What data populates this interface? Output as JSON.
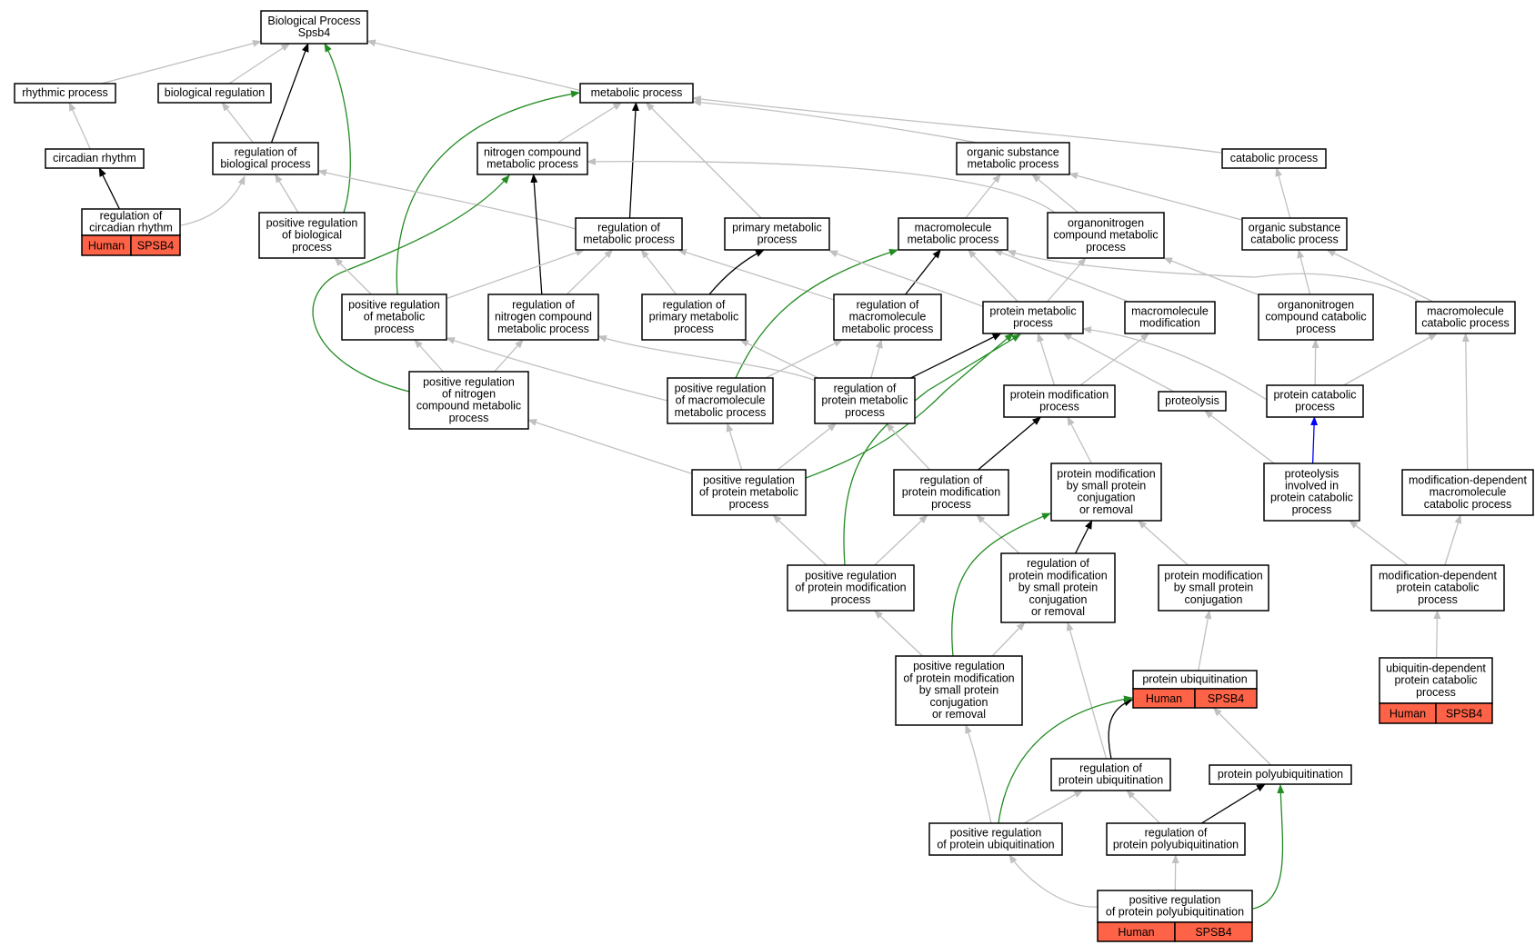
{
  "colors": {
    "is_a": "#c0c0c0",
    "regulates": "#000000",
    "positively_regulates": "#228b22",
    "part_of": "#0000ff",
    "annotation_cell": "#ff6347"
  },
  "nodes": [
    {
      "id": "bp",
      "lines": [
        "Biological Process",
        "Spsb4"
      ]
    },
    {
      "id": "rhythmic",
      "lines": [
        "rhythmic process"
      ]
    },
    {
      "id": "bioreg",
      "lines": [
        "biological regulation"
      ]
    },
    {
      "id": "metabolic",
      "lines": [
        "metabolic process"
      ]
    },
    {
      "id": "circadian",
      "lines": [
        "circadian rhythm"
      ]
    },
    {
      "id": "regbio",
      "lines": [
        "regulation of",
        "biological process"
      ]
    },
    {
      "id": "nitrogen",
      "lines": [
        "nitrogen compound",
        "metabolic process"
      ]
    },
    {
      "id": "orgsub",
      "lines": [
        "organic substance",
        "metabolic process"
      ]
    },
    {
      "id": "catabolic",
      "lines": [
        "catabolic process"
      ]
    },
    {
      "id": "regcirc",
      "lines": [
        "regulation of",
        "circadian rhythm"
      ],
      "cells": [
        "Human",
        "SPSB4"
      ]
    },
    {
      "id": "posregbio",
      "lines": [
        "positive regulation",
        "of biological",
        "process"
      ]
    },
    {
      "id": "regmet",
      "lines": [
        "regulation of",
        "metabolic process"
      ]
    },
    {
      "id": "primary",
      "lines": [
        "primary metabolic",
        "process"
      ]
    },
    {
      "id": "macromet",
      "lines": [
        "macromolecule",
        "metabolic process"
      ]
    },
    {
      "id": "organonitro",
      "lines": [
        "organonitrogen",
        "compound metabolic",
        "process"
      ]
    },
    {
      "id": "orgsubcat",
      "lines": [
        "organic substance",
        "catabolic process"
      ]
    },
    {
      "id": "posregmet",
      "lines": [
        "positive regulation",
        "of metabolic",
        "process"
      ]
    },
    {
      "id": "regnitro",
      "lines": [
        "regulation of",
        "nitrogen compound",
        "metabolic process"
      ]
    },
    {
      "id": "regprim",
      "lines": [
        "regulation of",
        "primary metabolic",
        "process"
      ]
    },
    {
      "id": "regmacro",
      "lines": [
        "regulation of",
        "macromolecule",
        "metabolic process"
      ]
    },
    {
      "id": "protmet",
      "lines": [
        "protein metabolic",
        "process"
      ]
    },
    {
      "id": "macromod",
      "lines": [
        "macromolecule",
        "modification"
      ]
    },
    {
      "id": "organonitrocat",
      "lines": [
        "organonitrogen",
        "compound catabolic",
        "process"
      ]
    },
    {
      "id": "macrocat",
      "lines": [
        "macromolecule",
        "catabolic process"
      ]
    },
    {
      "id": "posregnitro",
      "lines": [
        "positive regulation",
        "of nitrogen",
        "compound metabolic",
        "process"
      ]
    },
    {
      "id": "posregmacro",
      "lines": [
        "positive regulation",
        "of macromolecule",
        "metabolic process"
      ]
    },
    {
      "id": "regprot",
      "lines": [
        "regulation of",
        "protein metabolic",
        "process"
      ]
    },
    {
      "id": "protmod",
      "lines": [
        "protein modification",
        "process"
      ]
    },
    {
      "id": "proteolysis",
      "lines": [
        "proteolysis"
      ]
    },
    {
      "id": "protcat",
      "lines": [
        "protein catabolic",
        "process"
      ]
    },
    {
      "id": "posregprot",
      "lines": [
        "positive regulation",
        "of protein metabolic",
        "process"
      ]
    },
    {
      "id": "regprotmod",
      "lines": [
        "regulation of",
        "protein modification",
        "process"
      ]
    },
    {
      "id": "protmodsmall",
      "lines": [
        "protein modification",
        "by small protein",
        "conjugation",
        "or removal"
      ]
    },
    {
      "id": "proteolysiscat",
      "lines": [
        "proteolysis",
        "involved in",
        "protein catabolic",
        "process"
      ]
    },
    {
      "id": "moddepmacro",
      "lines": [
        "modification-dependent",
        "macromolecule",
        "catabolic process"
      ]
    },
    {
      "id": "posregprotmod",
      "lines": [
        "positive regulation",
        "of protein modification",
        "process"
      ]
    },
    {
      "id": "regprotmodsmall",
      "lines": [
        "regulation of",
        "protein modification",
        "by small protein",
        "conjugation",
        "or removal"
      ]
    },
    {
      "id": "protmodsmallconj",
      "lines": [
        "protein modification",
        "by small protein",
        "conjugation"
      ]
    },
    {
      "id": "moddepprot",
      "lines": [
        "modification-dependent",
        "protein catabolic",
        "process"
      ]
    },
    {
      "id": "posregprotmodsmall",
      "lines": [
        "positive regulation",
        "of protein modification",
        "by small protein",
        "conjugation",
        "or removal"
      ]
    },
    {
      "id": "protubiq",
      "lines": [
        "protein ubiquitination"
      ],
      "cells": [
        "Human",
        "SPSB4"
      ]
    },
    {
      "id": "ubiqdep",
      "lines": [
        "ubiquitin-dependent",
        "protein catabolic",
        "process"
      ],
      "cells": [
        "Human",
        "SPSB4"
      ]
    },
    {
      "id": "regprotubiq",
      "lines": [
        "regulation of",
        "protein ubiquitination"
      ]
    },
    {
      "id": "protpolyubiq",
      "lines": [
        "protein polyubiquitination"
      ]
    },
    {
      "id": "posregprotubiq",
      "lines": [
        "positive regulation",
        "of protein ubiquitination"
      ]
    },
    {
      "id": "regprotpoly",
      "lines": [
        "regulation of",
        "protein polyubiquitination"
      ]
    },
    {
      "id": "posregprotpoly",
      "lines": [
        "positive regulation",
        "of protein polyubiquitination"
      ],
      "cells": [
        "Human",
        "SPSB4"
      ]
    }
  ],
  "edges": [
    {
      "from": "rhythmic",
      "to": "bp",
      "type": "is_a"
    },
    {
      "from": "bioreg",
      "to": "bp",
      "type": "is_a"
    },
    {
      "from": "metabolic",
      "to": "bp",
      "type": "is_a"
    },
    {
      "from": "regbio",
      "to": "bp",
      "type": "regulates"
    },
    {
      "from": "posregbio",
      "to": "bp",
      "type": "positively_regulates"
    },
    {
      "from": "circadian",
      "to": "rhythmic",
      "type": "is_a"
    },
    {
      "from": "regcirc",
      "to": "circadian",
      "type": "regulates"
    },
    {
      "from": "regcirc",
      "to": "regbio",
      "type": "is_a"
    },
    {
      "from": "regbio",
      "to": "bioreg",
      "type": "is_a"
    },
    {
      "from": "posregbio",
      "to": "regbio",
      "type": "is_a"
    },
    {
      "from": "nitrogen",
      "to": "metabolic",
      "type": "is_a"
    },
    {
      "from": "regmet",
      "to": "metabolic",
      "type": "regulates"
    },
    {
      "from": "primary",
      "to": "metabolic",
      "type": "is_a"
    },
    {
      "from": "orgsub",
      "to": "metabolic",
      "type": "is_a"
    },
    {
      "from": "catabolic",
      "to": "metabolic",
      "type": "is_a"
    },
    {
      "from": "posregmet",
      "to": "metabolic",
      "type": "positively_regulates"
    },
    {
      "from": "regmet",
      "to": "regbio",
      "type": "is_a"
    },
    {
      "from": "organonitro",
      "to": "nitrogen",
      "type": "is_a"
    },
    {
      "from": "regnitro",
      "to": "nitrogen",
      "type": "regulates"
    },
    {
      "from": "posregnitro",
      "to": "nitrogen",
      "type": "positively_regulates"
    },
    {
      "from": "macromet",
      "to": "orgsub",
      "type": "is_a"
    },
    {
      "from": "organonitro",
      "to": "orgsub",
      "type": "is_a"
    },
    {
      "from": "orgsubcat",
      "to": "orgsub",
      "type": "is_a"
    },
    {
      "from": "orgsubcat",
      "to": "catabolic",
      "type": "is_a"
    },
    {
      "from": "posregmet",
      "to": "posregbio",
      "type": "is_a"
    },
    {
      "from": "posregmet",
      "to": "regmet",
      "type": "is_a"
    },
    {
      "from": "regnitro",
      "to": "regmet",
      "type": "is_a"
    },
    {
      "from": "regprim",
      "to": "regmet",
      "type": "is_a"
    },
    {
      "from": "regmacro",
      "to": "regmet",
      "type": "is_a"
    },
    {
      "from": "regprim",
      "to": "primary",
      "type": "regulates"
    },
    {
      "from": "regmacro",
      "to": "macromet",
      "type": "regulates"
    },
    {
      "from": "posregmacro",
      "to": "macromet",
      "type": "positively_regulates"
    },
    {
      "from": "protmet",
      "to": "primary",
      "type": "is_a"
    },
    {
      "from": "protmet",
      "to": "macromet",
      "type": "is_a"
    },
    {
      "from": "protmet",
      "to": "organonitro",
      "type": "is_a"
    },
    {
      "from": "macromod",
      "to": "macromet",
      "type": "is_a"
    },
    {
      "from": "macrocat",
      "to": "macromet",
      "type": "is_a"
    },
    {
      "from": "organonitrocat",
      "to": "organonitro",
      "type": "is_a"
    },
    {
      "from": "organonitrocat",
      "to": "orgsubcat",
      "type": "is_a"
    },
    {
      "from": "macrocat",
      "to": "orgsubcat",
      "type": "is_a"
    },
    {
      "from": "posregnitro",
      "to": "posregmet",
      "type": "is_a"
    },
    {
      "from": "posregnitro",
      "to": "regnitro",
      "type": "is_a"
    },
    {
      "from": "posregmacro",
      "to": "posregmet",
      "type": "is_a"
    },
    {
      "from": "posregmacro",
      "to": "regmacro",
      "type": "is_a"
    },
    {
      "from": "regprot",
      "to": "regprim",
      "type": "is_a"
    },
    {
      "from": "regprot",
      "to": "regmacro",
      "type": "is_a"
    },
    {
      "from": "regprot",
      "to": "regnitro",
      "type": "is_a"
    },
    {
      "from": "regprot",
      "to": "protmet",
      "type": "regulates"
    },
    {
      "from": "posregprot",
      "to": "protmet",
      "type": "positively_regulates"
    },
    {
      "from": "protmod",
      "to": "protmet",
      "type": "is_a"
    },
    {
      "from": "protmod",
      "to": "macromod",
      "type": "is_a"
    },
    {
      "from": "proteolysis",
      "to": "protmet",
      "type": "is_a"
    },
    {
      "from": "protcat",
      "to": "protmet",
      "type": "is_a"
    },
    {
      "from": "protcat",
      "to": "organonitrocat",
      "type": "is_a"
    },
    {
      "from": "protcat",
      "to": "macrocat",
      "type": "is_a"
    },
    {
      "from": "posregprot",
      "to": "posregnitro",
      "type": "is_a"
    },
    {
      "from": "posregprot",
      "to": "posregmacro",
      "type": "is_a"
    },
    {
      "from": "posregprot",
      "to": "regprot",
      "type": "is_a"
    },
    {
      "from": "regprotmod",
      "to": "regprot",
      "type": "is_a"
    },
    {
      "from": "regprotmod",
      "to": "protmod",
      "type": "regulates"
    },
    {
      "from": "posregprotmod",
      "to": "protmod",
      "type": "positively_regulates"
    },
    {
      "from": "protmodsmall",
      "to": "protmod",
      "type": "is_a"
    },
    {
      "from": "proteolysiscat",
      "to": "proteolysis",
      "type": "is_a"
    },
    {
      "from": "proteolysiscat",
      "to": "protcat",
      "type": "part_of"
    },
    {
      "from": "moddepmacro",
      "to": "macrocat",
      "type": "is_a"
    },
    {
      "from": "posregprotmod",
      "to": "posregprot",
      "type": "is_a"
    },
    {
      "from": "posregprotmod",
      "to": "regprotmod",
      "type": "is_a"
    },
    {
      "from": "regprotmodsmall",
      "to": "regprotmod",
      "type": "is_a"
    },
    {
      "from": "regprotmodsmall",
      "to": "protmodsmall",
      "type": "regulates"
    },
    {
      "from": "protmodsmallconj",
      "to": "protmodsmall",
      "type": "is_a"
    },
    {
      "from": "moddepprot",
      "to": "proteolysiscat",
      "type": "is_a"
    },
    {
      "from": "moddepprot",
      "to": "moddepmacro",
      "type": "is_a"
    },
    {
      "from": "ubiqdep",
      "to": "moddepprot",
      "type": "is_a"
    },
    {
      "from": "posregprotmodsmall",
      "to": "posregprotmod",
      "type": "is_a"
    },
    {
      "from": "posregprotmodsmall",
      "to": "regprotmodsmall",
      "type": "is_a"
    },
    {
      "from": "posregprotmodsmall",
      "to": "protmodsmall",
      "type": "positively_regulates"
    },
    {
      "from": "protubiq",
      "to": "protmodsmallconj",
      "type": "is_a"
    },
    {
      "from": "regprotubiq",
      "to": "regprotmodsmall",
      "type": "is_a"
    },
    {
      "from": "regprotubiq",
      "to": "protubiq",
      "type": "regulates"
    },
    {
      "from": "protpolyubiq",
      "to": "protubiq",
      "type": "is_a"
    },
    {
      "from": "posregprotubiq",
      "to": "posregprotmodsmall",
      "type": "is_a"
    },
    {
      "from": "posregprotubiq",
      "to": "regprotubiq",
      "type": "is_a"
    },
    {
      "from": "posregprotubiq",
      "to": "protubiq",
      "type": "positively_regulates"
    },
    {
      "from": "regprotpoly",
      "to": "regprotubiq",
      "type": "is_a"
    },
    {
      "from": "regprotpoly",
      "to": "protpolyubiq",
      "type": "regulates"
    },
    {
      "from": "posregprotpoly",
      "to": "posregprotubiq",
      "type": "is_a"
    },
    {
      "from": "posregprotpoly",
      "to": "regprotpoly",
      "type": "is_a"
    },
    {
      "from": "posregprotpoly",
      "to": "protpolyubiq",
      "type": "positively_regulates"
    }
  ]
}
